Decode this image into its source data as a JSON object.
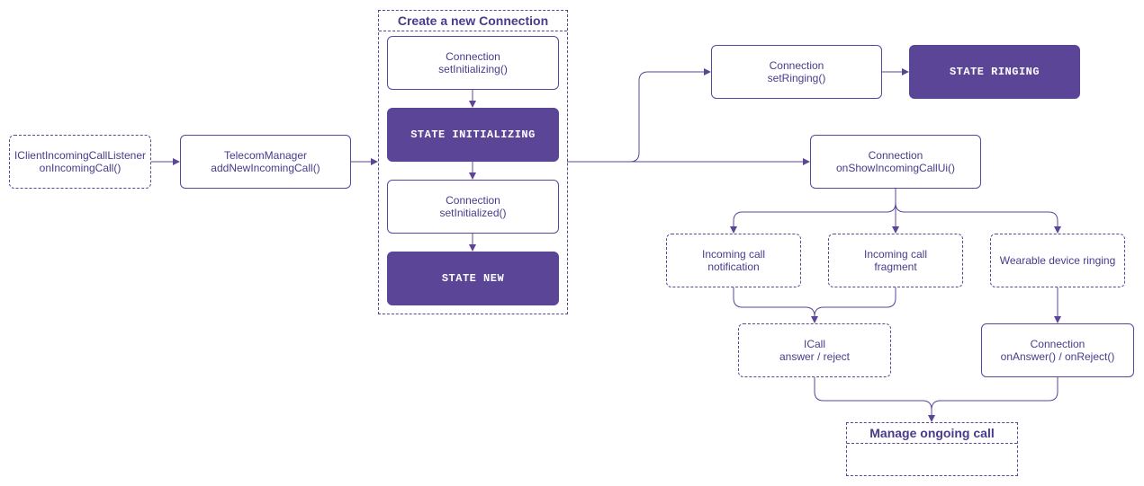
{
  "nodes": {
    "listener": {
      "line1": "IClientIncomingCallListener",
      "line2": "onIncomingCall()"
    },
    "telecom": {
      "line1": "TelecomManager",
      "line2": "addNewIncomingCall()"
    },
    "group_create": {
      "title": "Create a new Connection"
    },
    "set_initializing": {
      "line1": "Connection",
      "line2": "setInitializing()"
    },
    "state_initializing": {
      "label": "STATE INITIALIZING"
    },
    "set_initialized": {
      "line1": "Connection",
      "line2": "setInitialized()"
    },
    "state_new": {
      "label": "STATE NEW"
    },
    "set_ringing": {
      "line1": "Connection",
      "line2": "setRinging()"
    },
    "state_ringing": {
      "label": "STATE RINGING"
    },
    "show_ui": {
      "line1": "Connection",
      "line2": "onShowIncomingCallUi()"
    },
    "notification": {
      "line1": "Incoming call",
      "line2": "notification"
    },
    "fragment": {
      "line1": "Incoming call",
      "line2": "fragment"
    },
    "wearable": {
      "line1": "Wearable device ringing"
    },
    "icall": {
      "line1": "ICall",
      "line2": "answer / reject"
    },
    "on_answer": {
      "line1": "Connection",
      "line2": "onAnswer() / onReject()"
    },
    "group_manage": {
      "title": "Manage ongoing call"
    }
  },
  "colors": {
    "accent": "#5b4596",
    "text": "#4a3a8c",
    "background": "#ffffff"
  }
}
